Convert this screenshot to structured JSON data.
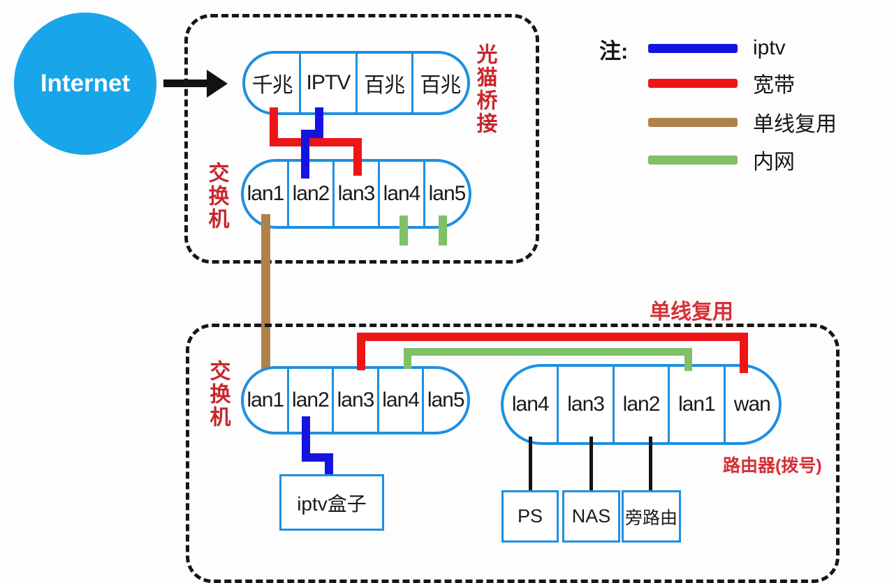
{
  "internet": {
    "label": "Internet"
  },
  "arrow": {
    "direction": "right"
  },
  "legend": {
    "note": "注:",
    "items": [
      {
        "name": "iptv",
        "label": "iptv",
        "color": "#1414e0"
      },
      {
        "name": "broadband",
        "label": "宽带",
        "color": "#ed1515"
      },
      {
        "name": "multiplex",
        "label": "单线复用",
        "color": "#ae8249"
      },
      {
        "name": "intranet",
        "label": "内网",
        "color": "#7fc068"
      }
    ]
  },
  "modem": {
    "label": "光猫桥接",
    "ports": [
      "千兆",
      "IPTV",
      "百兆",
      "百兆"
    ]
  },
  "upper_switch": {
    "label": "交换机",
    "ports": [
      "lan1",
      "lan2",
      "lan3",
      "lan4",
      "lan5"
    ]
  },
  "lower_switch": {
    "label": "交换机",
    "ports": [
      "lan1",
      "lan2",
      "lan3",
      "lan4",
      "lan5"
    ]
  },
  "router": {
    "label": "路由器(拨号)",
    "ports": [
      "lan4",
      "lan3",
      "lan2",
      "lan1",
      "wan"
    ]
  },
  "annotations": {
    "multiplex": "单线复用"
  },
  "devices": {
    "iptv_box": "iptv盒子",
    "ps": "PS",
    "nas": "NAS",
    "side_router": "旁路由"
  },
  "colors": {
    "iptv": "#1414e0",
    "broadband": "#ed1515",
    "multiplex": "#ae8249",
    "intranet": "#7fc068",
    "outline": "#1e8fe1",
    "internet_fill": "#18a5ea",
    "label_red": "#c8262c",
    "annotation_red": "#d53035",
    "ink": "#151515"
  }
}
